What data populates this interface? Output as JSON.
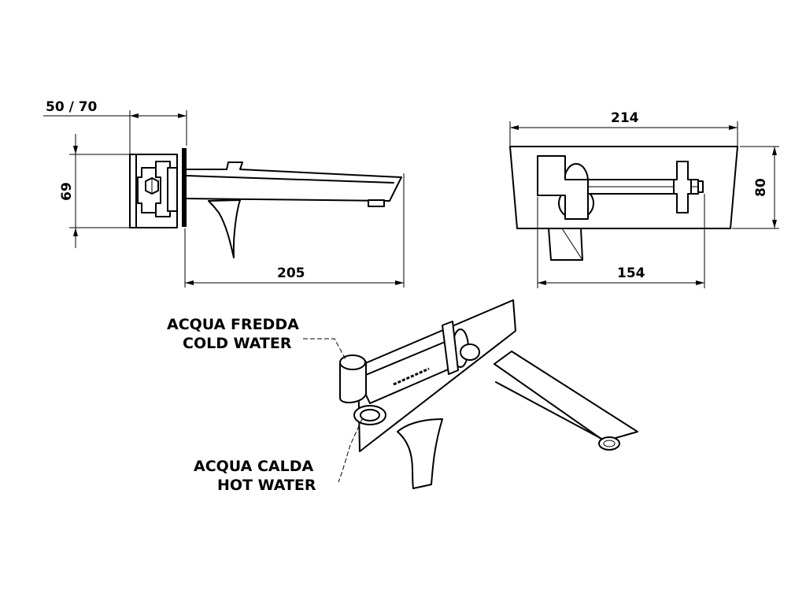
{
  "dimensions": {
    "depth_range": "50 / 70",
    "height_side": "69",
    "spout_length": "205",
    "plate_width": "214",
    "plate_height": "80",
    "handle_span": "154"
  },
  "labels": {
    "cold_it": "ACQUA FREDDA",
    "cold_en": "COLD WATER",
    "hot_it": "ACQUA CALDA",
    "hot_en": "HOT WATER"
  }
}
